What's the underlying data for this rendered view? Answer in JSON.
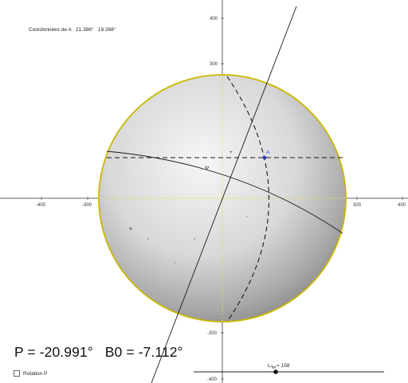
{
  "readouts": {
    "coord_label": "Coordonnées de A :",
    "coord_lon": "21.386°",
    "coord_lat": "19.268°",
    "p_value": "P = -20.991°",
    "b0_value": "B0 = -7.112°"
  },
  "controls": {
    "rotation_label": "Rotation P",
    "rotation_checked": false,
    "slider_label": "L",
    "slider_subscript": "Tel",
    "slider_value": "= 158"
  },
  "axes": {
    "x_ticks": [
      "-400",
      "-300",
      "300",
      "400"
    ],
    "y_ticks": [
      "400",
      "300",
      "-300",
      "-400"
    ]
  },
  "points": {
    "point_a_label": "A",
    "point_marker": "+",
    "psi_label": "Ψ"
  },
  "colors": {
    "disk_edge": "#c9b800",
    "yellow_axis": "#e8d84a",
    "point_a": "#2f3ebf",
    "line_color": "#1a1a1a"
  }
}
